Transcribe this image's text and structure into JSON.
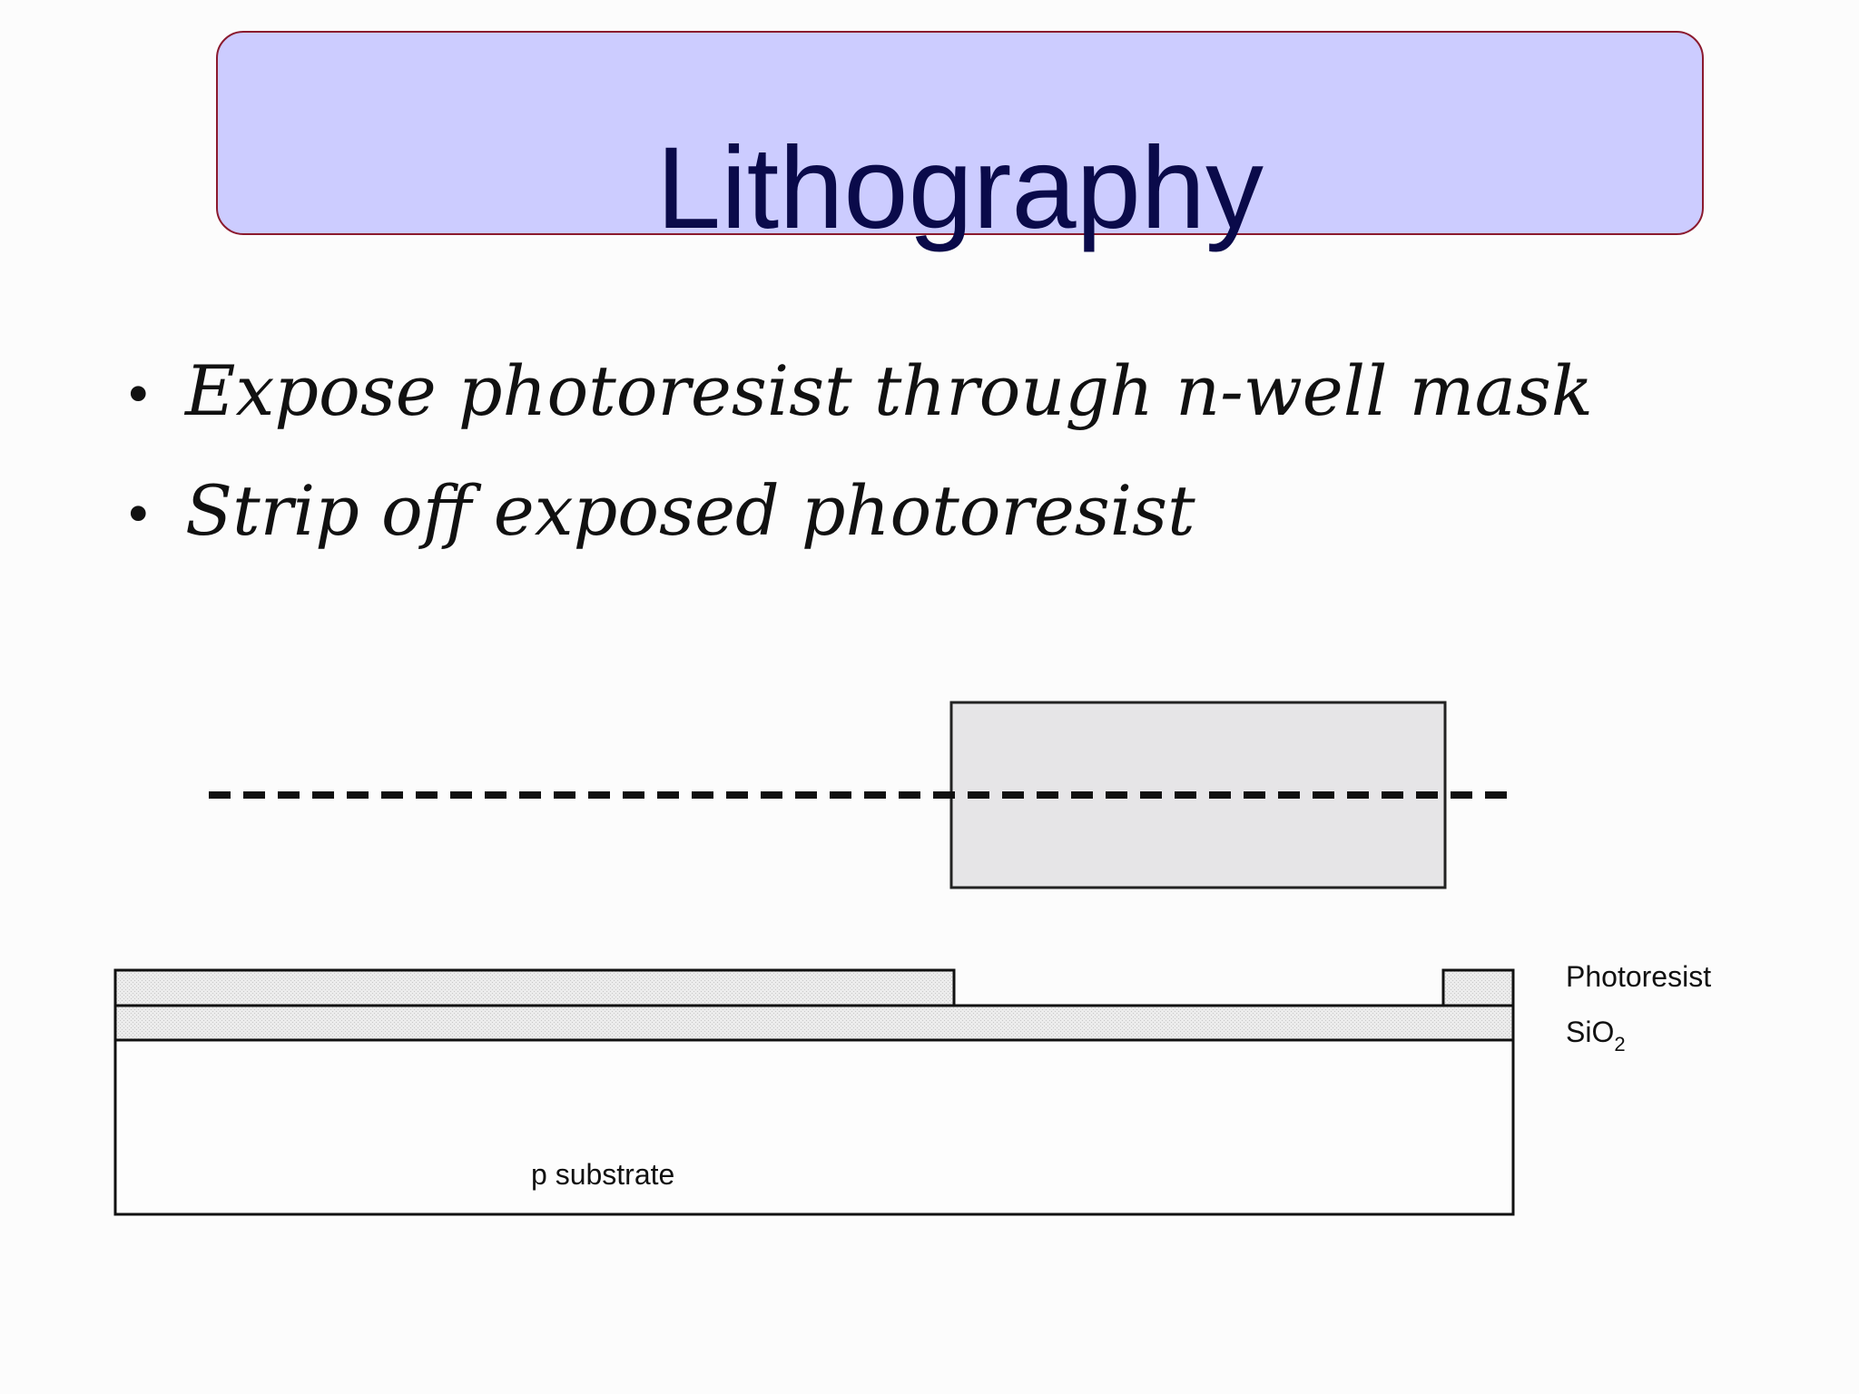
{
  "slide": {
    "title": "Lithography",
    "bullets": [
      "Expose photoresist through n-well mask",
      "Strip off exposed photoresist"
    ]
  },
  "diagram": {
    "labels": {
      "photoresist": "Photoresist",
      "sio2_main": "SiO",
      "sio2_subscript": "2",
      "substrate": "p substrate"
    },
    "colors": {
      "title_fill": "#ccccff",
      "title_border": "#8b1a2e",
      "title_text": "#0a0a4a",
      "mask_fill": "#e6e5e7",
      "layer_fill": "#e7e7e7",
      "outline": "#111111"
    }
  }
}
